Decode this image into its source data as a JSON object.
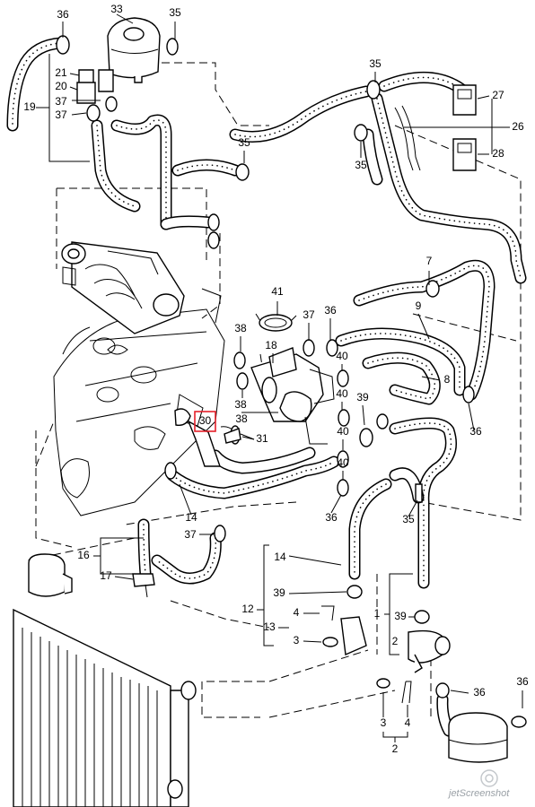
{
  "diagram": {
    "highlighted_part": "30",
    "highlight_color": "#e4202a",
    "line_color": "#000000",
    "background": "#ffffff",
    "callouts": {
      "c36a": "36",
      "c33": "33",
      "c35a": "35",
      "c21": "21",
      "c20": "20",
      "c19": "19",
      "c37a": "37",
      "c37b": "37",
      "c35b": "35",
      "c35c": "35",
      "c35d": "35",
      "c27": "27",
      "c26": "26",
      "c28": "28",
      "c7": "7",
      "c41": "41",
      "c37c": "37",
      "c36b": "36",
      "c9": "9",
      "c38a": "38",
      "c18": "18",
      "c38b": "38",
      "c38c": "38",
      "c40a": "40",
      "c40b": "40",
      "c39a": "39",
      "c8": "8",
      "c36c": "36",
      "c30": "30",
      "c31": "31",
      "c40c": "40",
      "c40d": "40",
      "c14a": "14",
      "c37d": "37",
      "c36d": "36",
      "c35e": "35",
      "c16": "16",
      "c17": "17",
      "c14b": "14",
      "c12": "12",
      "c39b": "39",
      "c4a": "4",
      "c13": "13",
      "c3a": "3",
      "c1": "1",
      "c39c": "39",
      "c2a": "2",
      "c36e": "36",
      "c36f": "36",
      "c3b": "3",
      "c4b": "4",
      "c2b": "2"
    },
    "watermark": {
      "text": "jetScreenshot",
      "icon": "camera-icon"
    }
  }
}
